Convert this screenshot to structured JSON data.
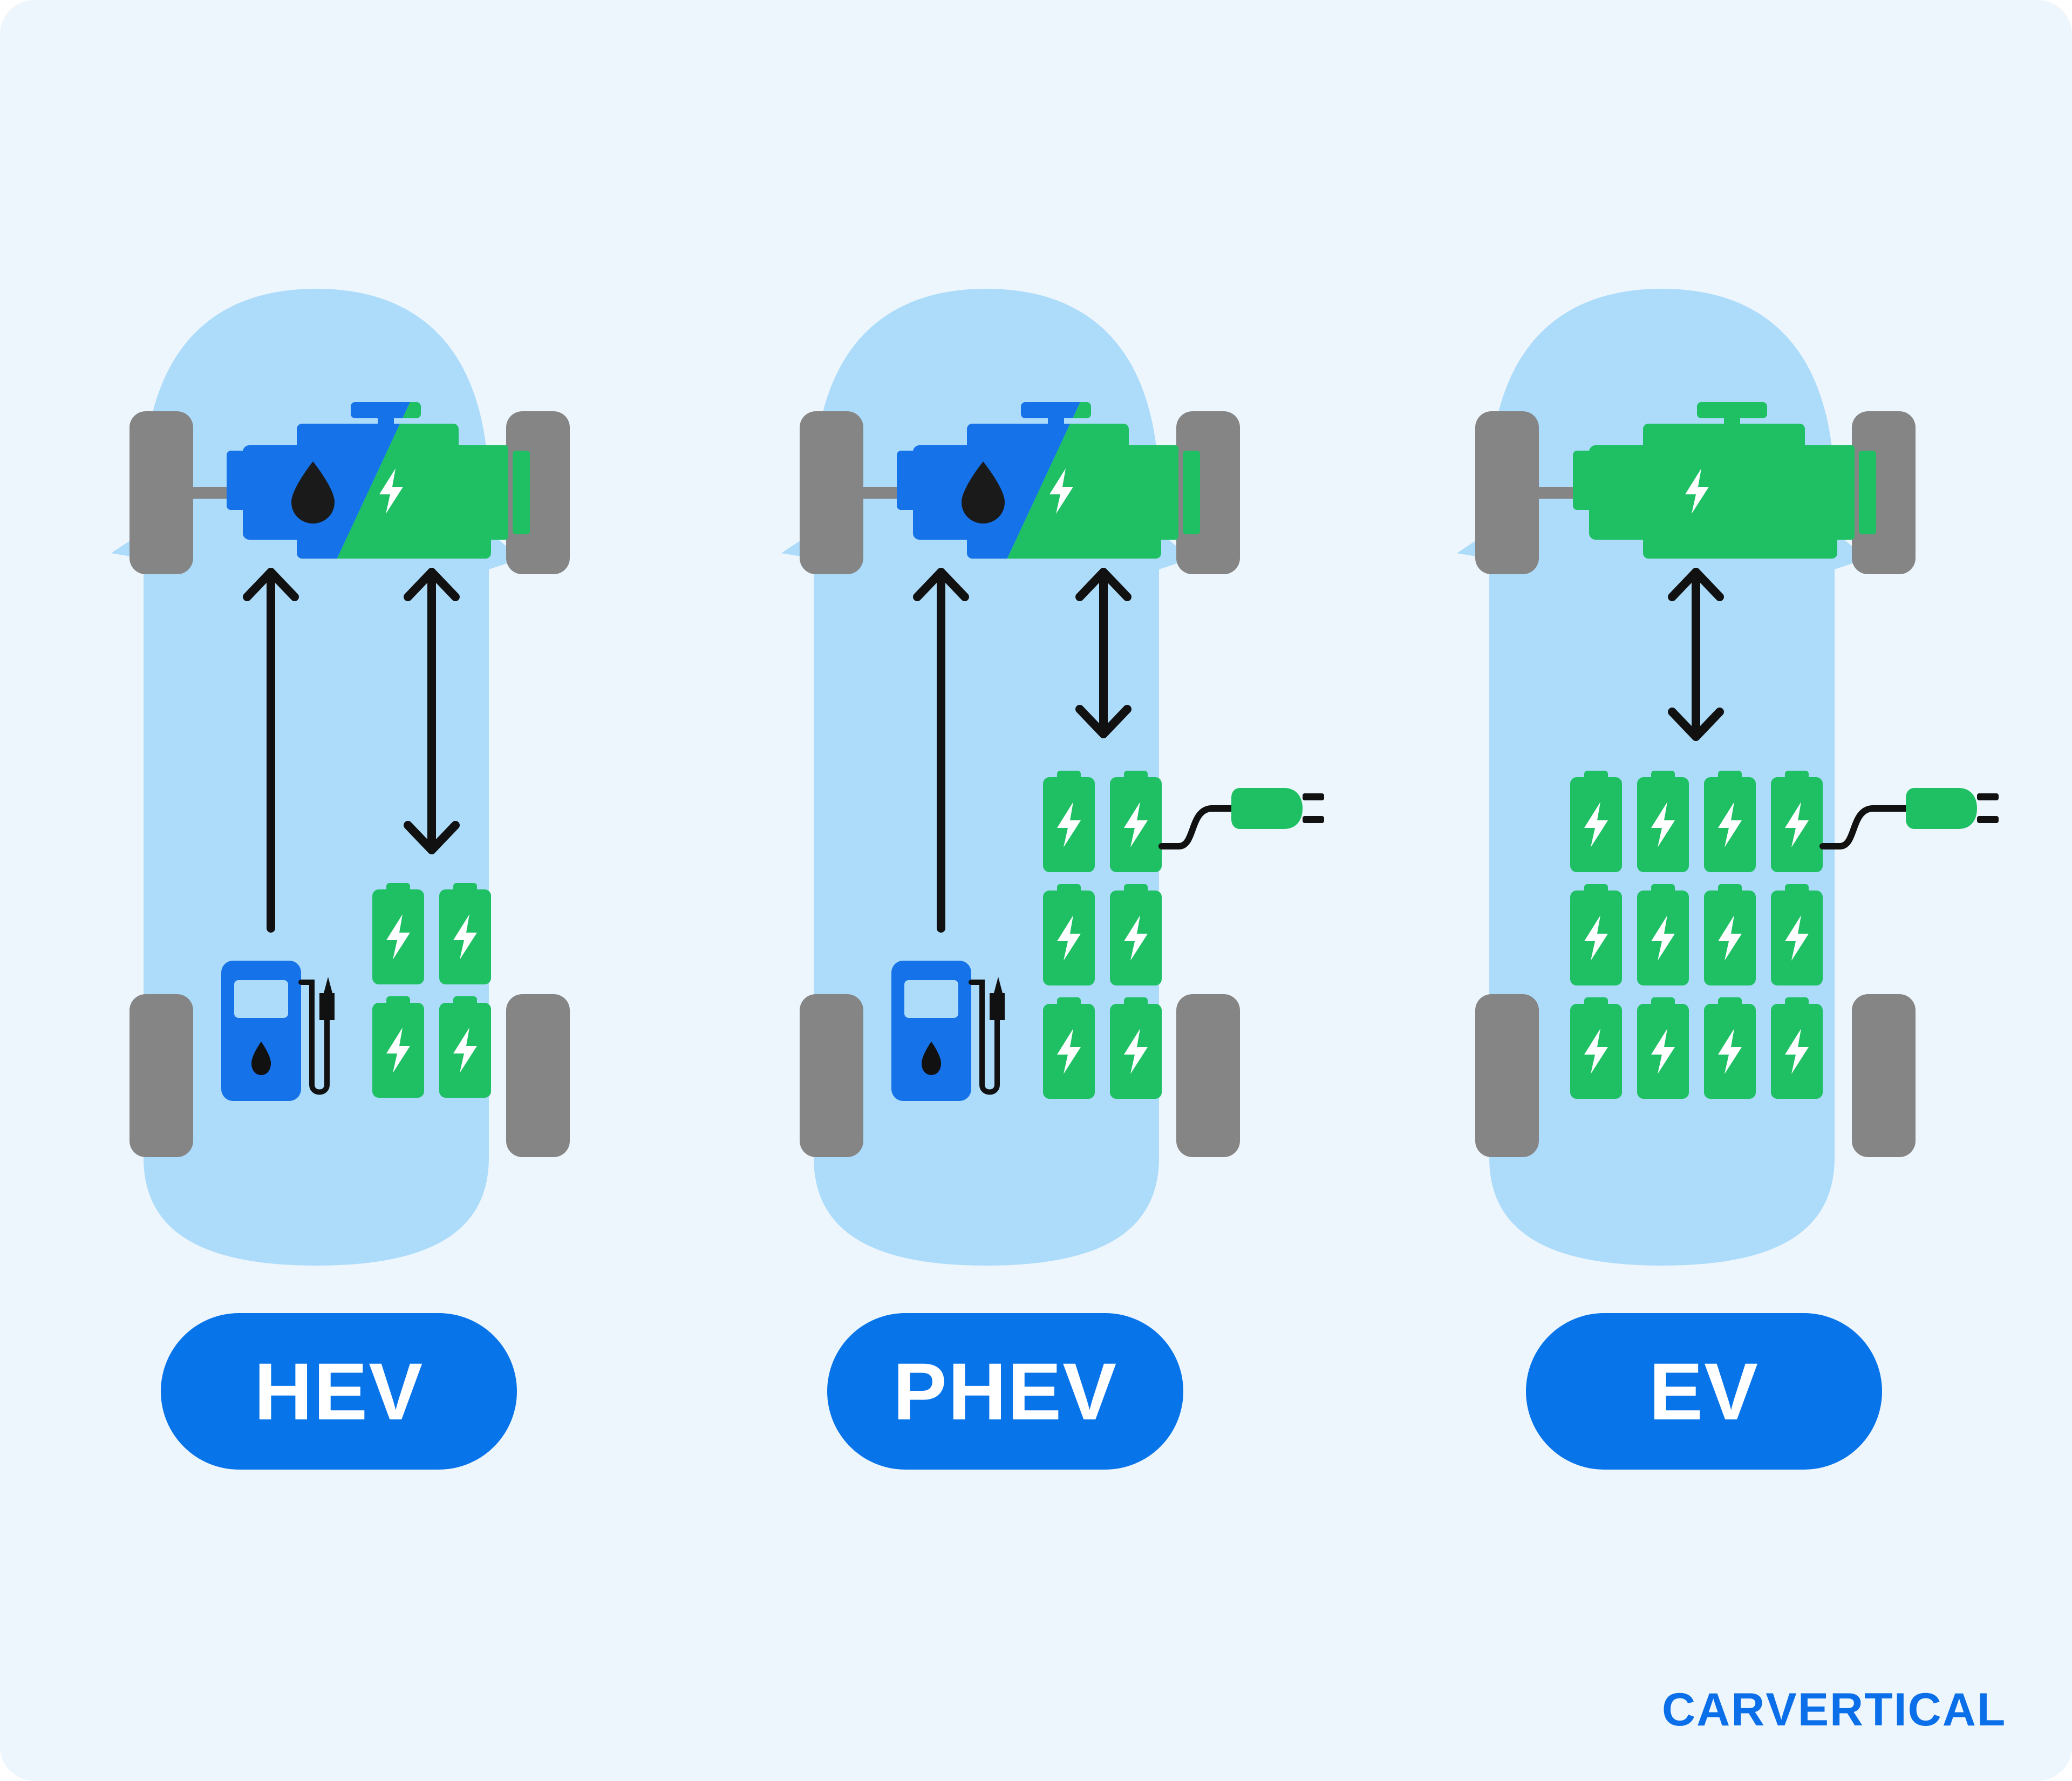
{
  "colors": {
    "background": "#EEF6FD",
    "car_body": "#ADDCFB",
    "wheel": "#858585",
    "fuel_blue": "#1672E8",
    "electric_green": "#1EC063",
    "pill_blue": "#0874EA",
    "arrow": "#111111",
    "brand_blue": "#0A6FE8"
  },
  "vehicles": [
    {
      "id": "hev",
      "label": "HEV",
      "engine": "hybrid-engine-icon",
      "components": [
        "fuel-pump-icon",
        "battery-pack-icon"
      ],
      "battery_cells": 4,
      "plug": false
    },
    {
      "id": "phev",
      "label": "PHEV",
      "engine": "hybrid-engine-icon",
      "components": [
        "fuel-pump-icon",
        "battery-pack-icon",
        "charging-plug-icon"
      ],
      "battery_cells": 6,
      "plug": true
    },
    {
      "id": "ev",
      "label": "EV",
      "engine": "electric-motor-icon",
      "components": [
        "battery-pack-icon",
        "charging-plug-icon"
      ],
      "battery_cells": 12,
      "plug": true
    }
  ],
  "brand": {
    "part1": "CAR",
    "part2": "VERTICAL"
  }
}
